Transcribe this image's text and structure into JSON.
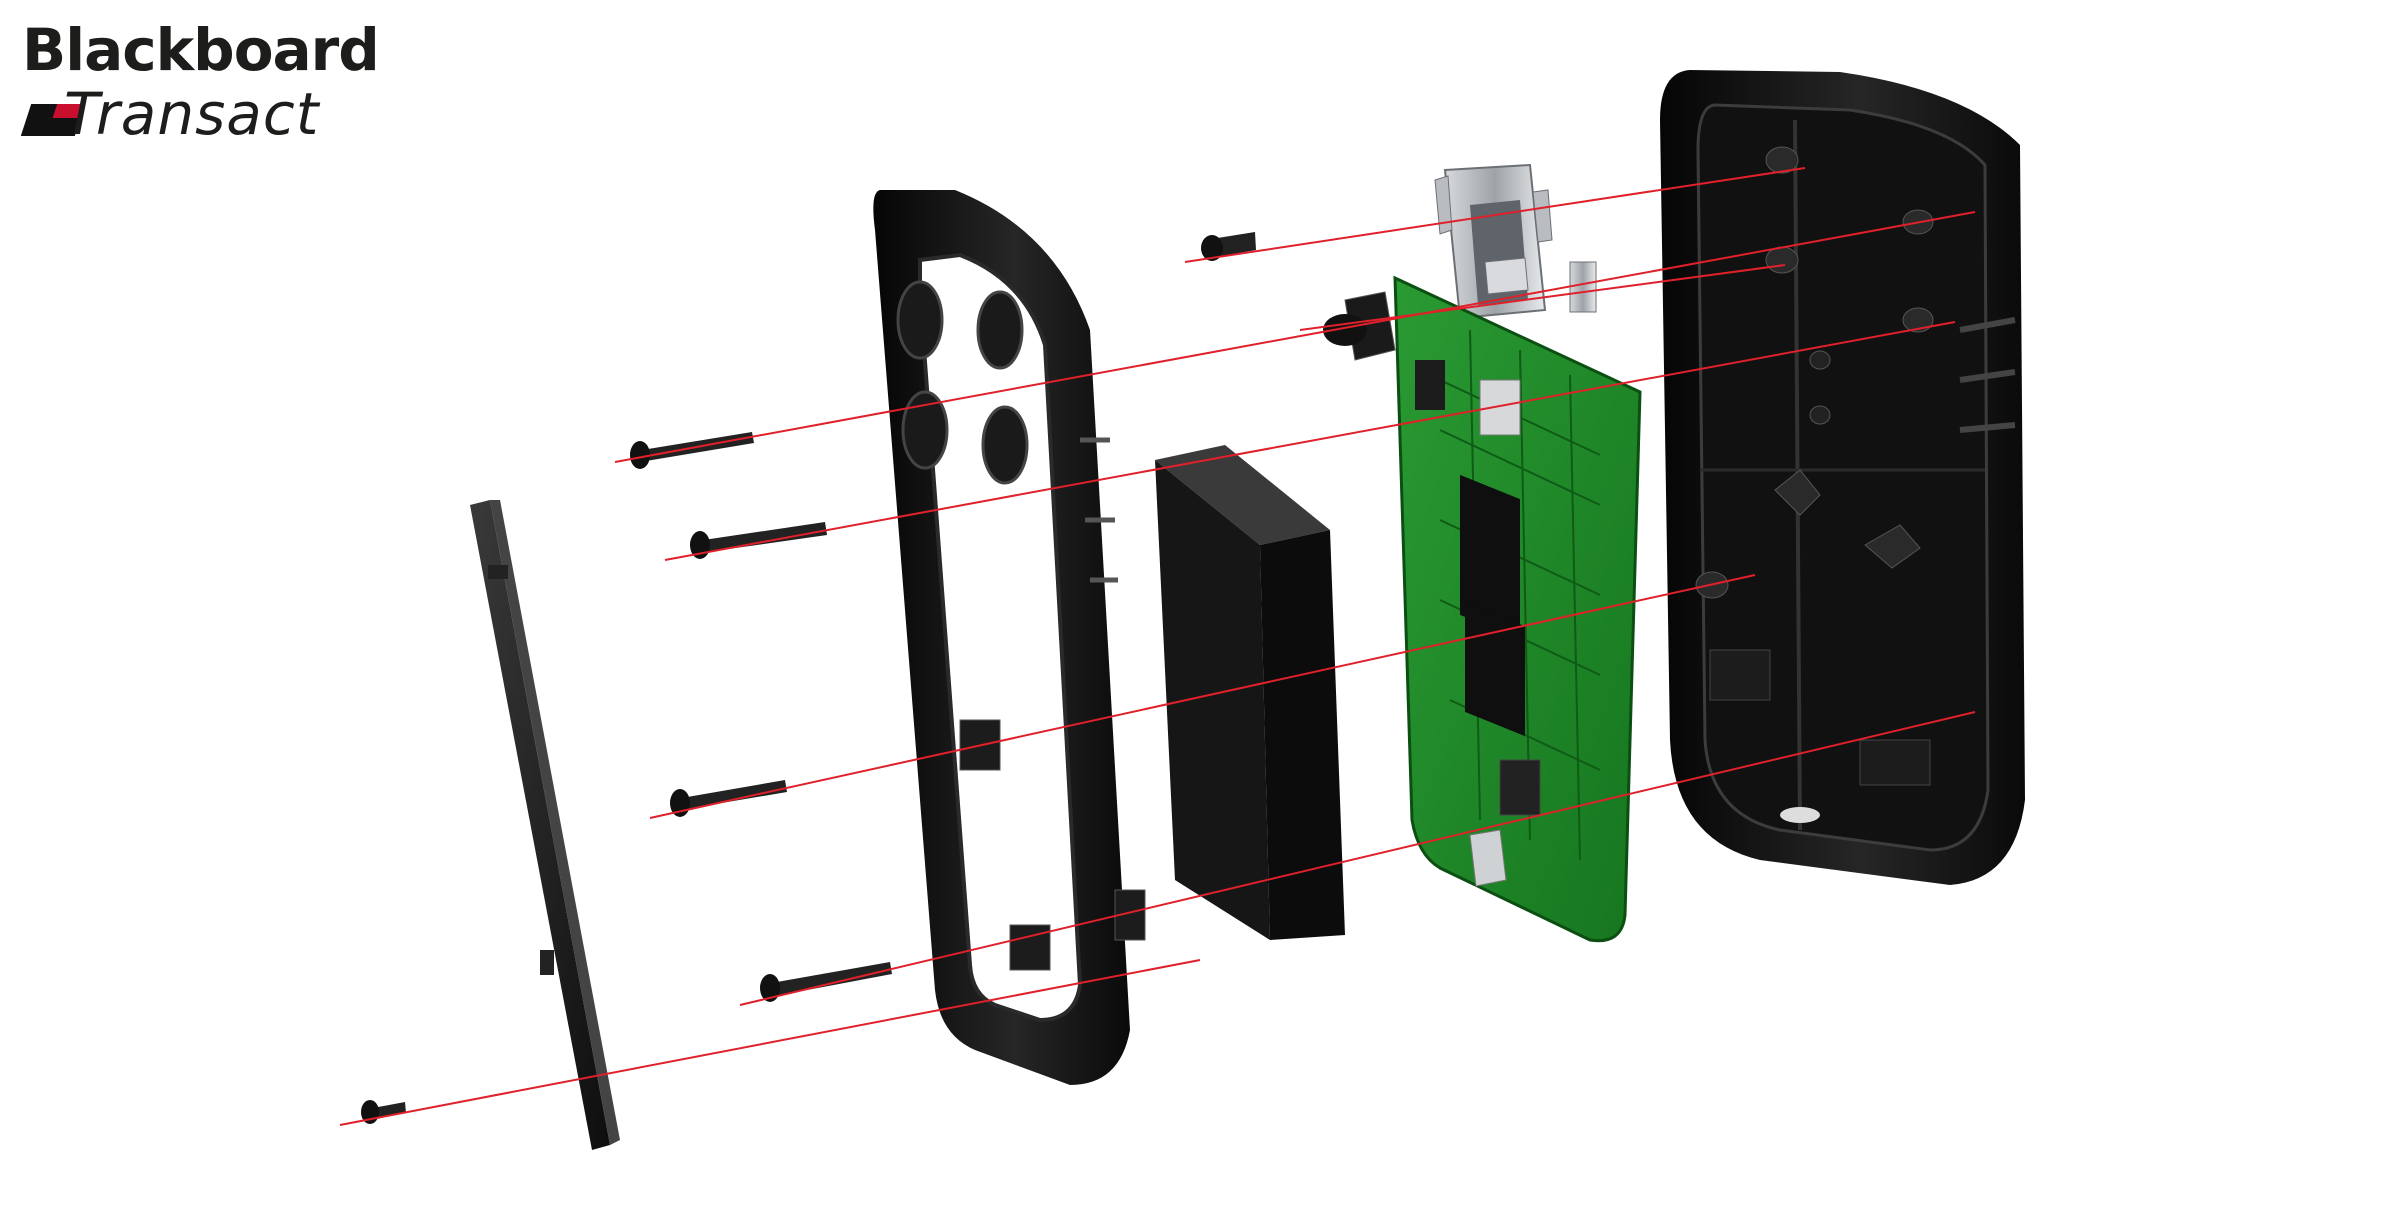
{
  "brand": {
    "line1": "Blackboard",
    "line2": "Transact",
    "accent_color": "#c8102e",
    "text_color": "#1d1d1b"
  },
  "diagram": {
    "style": "exploded-assembly",
    "parts": [
      "back-plate",
      "front-bezel-frame",
      "battery-pack",
      "circuit-board",
      "usb-connector",
      "rear-housing",
      "screw"
    ],
    "leader_color": "#e0202a",
    "body_color": "#161616",
    "pcb_color": "#1f8f2a"
  }
}
